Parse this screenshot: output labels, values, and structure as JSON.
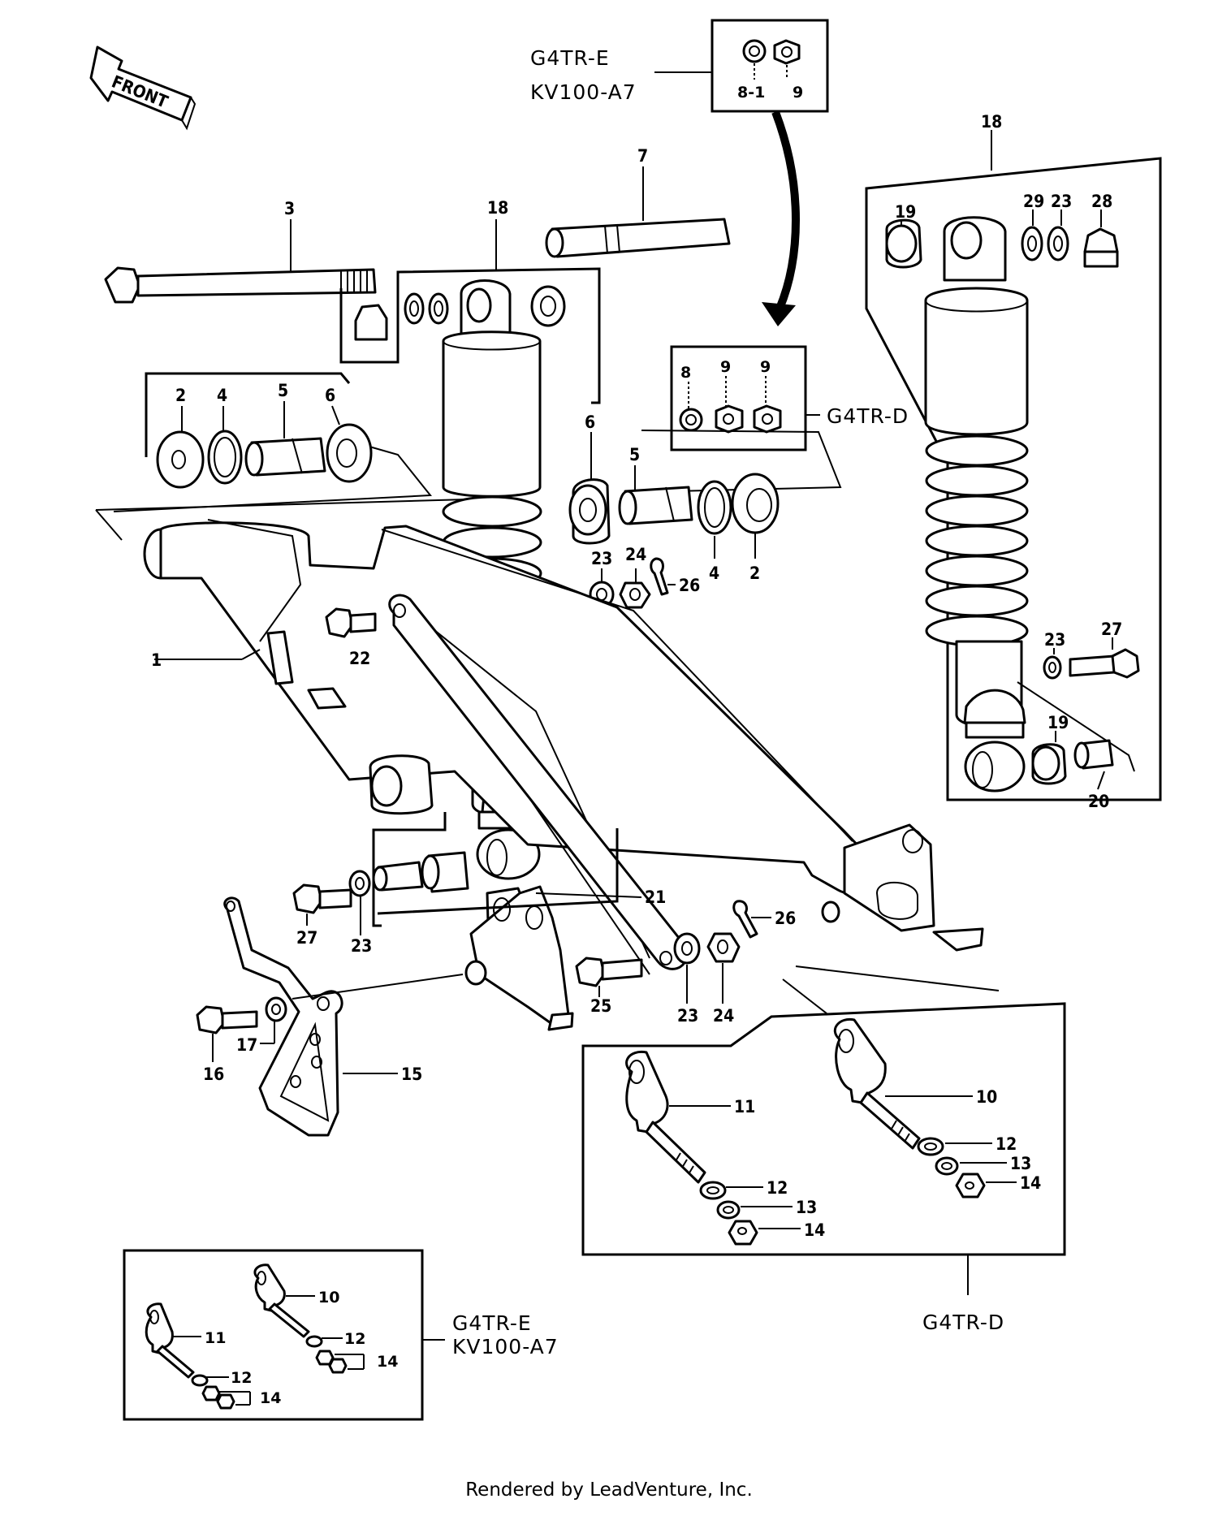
{
  "direction_arrow": {
    "text": "FRONT"
  },
  "group_labels": {
    "top_group_line1": "G4TR-E",
    "top_group_line2": "KV100-A7",
    "side_group": "G4TR-D",
    "bottom_right_group": "G4TR-D",
    "bottom_left_line1": "G4TR-E",
    "bottom_left_line2": "KV100-A7"
  },
  "callouts": {
    "n8_1": "8-1",
    "n9_top": "9",
    "n18_center": "18",
    "n18_right": "18",
    "n3": "3",
    "n7": "7",
    "n19_top": "19",
    "n29": "29",
    "n23_top": "23",
    "n28": "28",
    "n2_left": "2",
    "n4_left": "4",
    "n5_left": "5",
    "n6_left": "6",
    "n8": "8",
    "n9_a": "9",
    "n9_b": "9",
    "n6_right": "6",
    "n5_right": "5",
    "n4_right": "4",
    "n2_right": "2",
    "n23_a": "23",
    "n24_a": "24",
    "n26_a": "26",
    "n22": "22",
    "n1": "1",
    "n23_right": "23",
    "n27_right": "27",
    "n19_right": "19",
    "n20": "20",
    "n27_left": "27",
    "n23_b": "23",
    "n21": "21",
    "n26_b": "26",
    "n25": "25",
    "n23_c": "23",
    "n24_b": "24",
    "n17": "17",
    "n16": "16",
    "n15": "15",
    "n11": "11",
    "n10": "10",
    "n12_a": "12",
    "n13_a": "13",
    "n14_a": "14",
    "n12_b": "12",
    "n13_b": "13",
    "n14_b": "14",
    "n10_s": "10",
    "n12_s1": "12",
    "n14_s1": "14",
    "n11_s": "11",
    "n12_s2": "12",
    "n14_s2": "14"
  },
  "footer": "Rendered by LeadVenture, Inc."
}
